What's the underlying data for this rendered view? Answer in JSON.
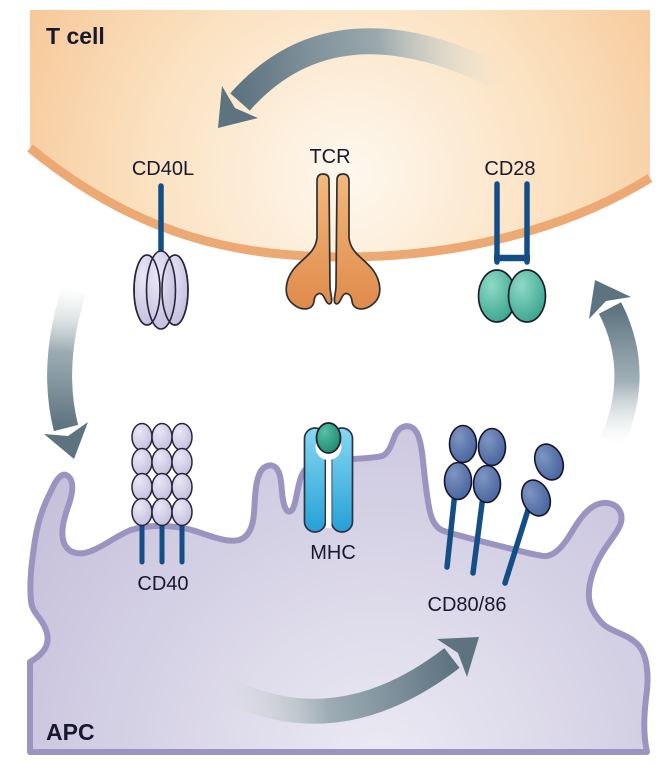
{
  "diagram": {
    "description": "T cell and antigen-presenting cell (APC) costimulation diagram with reciprocal signalling arrows",
    "t_cell": {
      "label": "T cell",
      "molecules": [
        {
          "name": "CD40L"
        },
        {
          "name": "TCR"
        },
        {
          "name": "CD28"
        }
      ]
    },
    "apc": {
      "label": "APC",
      "molecules": [
        {
          "name": "CD40"
        },
        {
          "name": "MHC"
        },
        {
          "name": "CD80/86"
        }
      ]
    },
    "arrows": [
      {
        "id": "top",
        "meaning": "signal into T cell (curved arrow pointing down-left inside T cell)"
      },
      {
        "id": "left",
        "meaning": "T cell to APC signal (CD40L to CD40 side)"
      },
      {
        "id": "bottom",
        "meaning": "signal inside APC toward CD80/86"
      },
      {
        "id": "right",
        "meaning": "APC to T cell signal (CD80/86 to CD28 side)"
      }
    ],
    "colors": {
      "t_cell_fill": "#f6c694",
      "t_cell_membrane": "#eda974",
      "apc_fill": "#c9c3de",
      "apc_membrane": "#9c94c0",
      "arrow_color": "#5d7380",
      "stalk_color": "#134e87",
      "cd40l_cd40_fill": "#c9c3e2",
      "cd28_fill": "#4fb39c",
      "tcr_fill": "#eb9c5f",
      "mhc_fill": "#3fb6e8",
      "peptide_fill": "#2a9e84",
      "cd80_86_fill": "#4a659e",
      "label_color": "#18182e",
      "background": "#ffffff"
    }
  }
}
